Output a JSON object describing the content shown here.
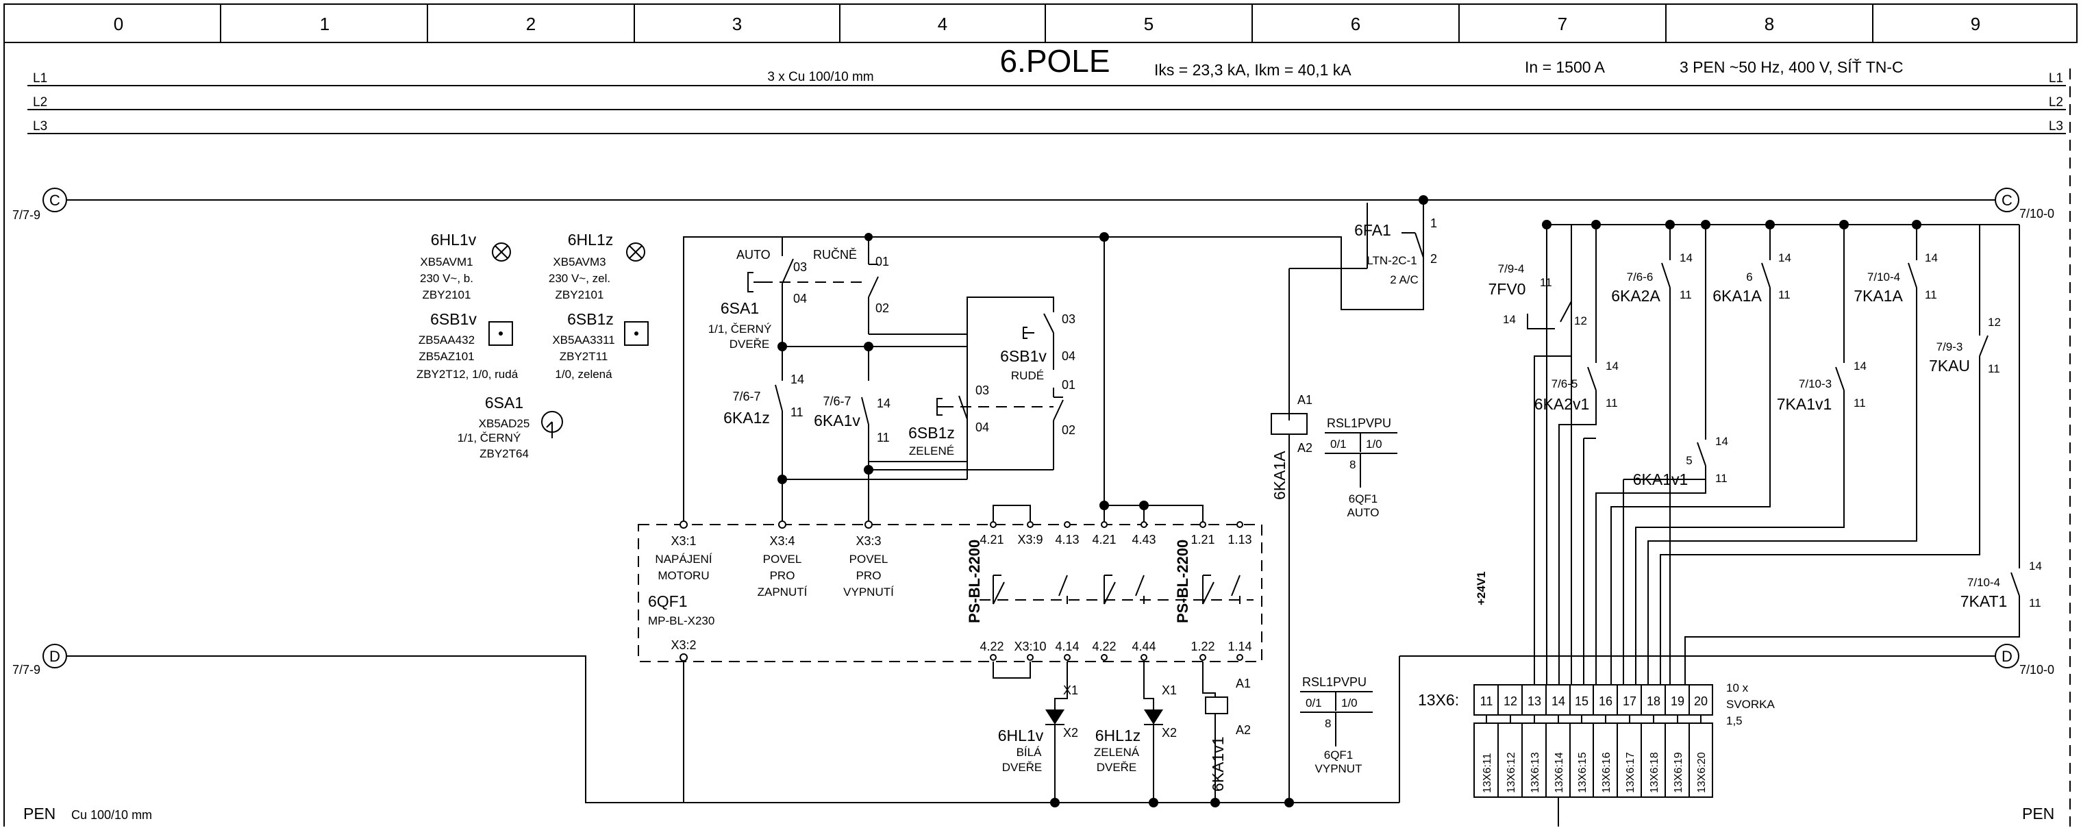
{
  "columns": [
    "0",
    "1",
    "2",
    "3",
    "4",
    "5",
    "6",
    "7",
    "8",
    "9"
  ],
  "header": {
    "title": "6.POLE",
    "busbar": "3 x Cu 100/10 mm",
    "short_circuit": "Iks = 23,3 kA, Ikm = 40,1 kA",
    "rated_current": "In = 1500 A",
    "network": "3 PEN ~50 Hz, 400 V, SÍŤ TN-C"
  },
  "rails": {
    "l1": "L1",
    "l2": "L2",
    "l3": "L3",
    "pen": "PEN",
    "pen_spec": "Cu 100/10 mm"
  },
  "refs": {
    "c_letter": "C",
    "d_letter": "D",
    "c_left": "7/7-9",
    "c_right": "7/10-0",
    "d_left": "7/7-9",
    "d_right": "7/10-0"
  },
  "legend": {
    "hl1v": {
      "tag": "6HL1v",
      "l1": "XB5AVM1",
      "l2": "230 V~, b.",
      "l3": "ZBY2101"
    },
    "hl1z": {
      "tag": "6HL1z",
      "l1": "XB5AVM3",
      "l2": "230 V~, zel.",
      "l3": "ZBY2101"
    },
    "sb1v": {
      "tag": "6SB1v",
      "l1": "ZB5AA432",
      "l2": "ZB5AZ101",
      "l3": "ZBY2T12, 1/0, rudá"
    },
    "sb1z": {
      "tag": "6SB1z",
      "l1": "XB5AA3311",
      "l2": "ZBY2T11",
      "l3": "1/0, zelená"
    },
    "sa1": {
      "tag": "6SA1",
      "l1": "XB5AD25",
      "l2": "1/1, ČERNÝ",
      "l3": "ZBY2T64"
    }
  },
  "circuit": {
    "sa1": {
      "tag": "6SA1",
      "desc1": "1/1, ČERNÝ",
      "desc2": "DVEŘE",
      "auto": "AUTO",
      "rucne": "RUČNĚ",
      "n03": "03",
      "n04": "04",
      "n01": "01",
      "n02": "02"
    },
    "sb1v": {
      "tag": "6SB1v",
      "desc": "RUDÉ",
      "n03": "03",
      "n04": "04",
      "n01": "01",
      "n02": "02"
    },
    "sb1z": {
      "tag": "6SB1z",
      "desc": "ZELENÉ",
      "n03": "03",
      "n04": "04"
    },
    "ka1z": {
      "ref": "7/6-7",
      "tag": "6KA1z",
      "n14": "14",
      "n11": "11"
    },
    "ka1v": {
      "ref": "7/6-7",
      "tag": "6KA1v",
      "n14": "14",
      "n11": "11"
    },
    "qf1": {
      "tag": "6QF1",
      "type": "MP-BL-X230",
      "t1": "X3:1",
      "t1_d1": "NAPÁJENÍ",
      "t1_d2": "MOTORU",
      "t2": "X3:4",
      "t2_d1": "POVEL",
      "t2_d2": "PRO",
      "t2_d3": "ZAPNUTÍ",
      "t3": "X3:3",
      "t3_d1": "POVEL",
      "t3_d2": "PRO",
      "t3_d3": "VYPNUTÍ",
      "x32": "X3:2",
      "top": [
        "4.21",
        "X3:9",
        "4.13",
        "4.21",
        "4.43",
        "1.21",
        "1.13"
      ],
      "bot": [
        "4.22",
        "X3:10",
        "4.14",
        "4.22",
        "4.44",
        "1.22",
        "1.14"
      ],
      "psbl_a": "PS-BL-2200",
      "psbl_b": "PS-BL-2200"
    },
    "hl1v": {
      "tag": "6HL1v",
      "d1": "BÍLÁ",
      "d2": "DVEŘE",
      "x1": "X1",
      "x2": "X2"
    },
    "hl1z": {
      "tag": "6HL1z",
      "d1": "ZELENÁ",
      "d2": "DVEŘE",
      "x1": "X1",
      "x2": "X2"
    },
    "ka1v1": {
      "tag": "6KA1v1",
      "a1": "A1",
      "a2": "A2"
    },
    "ka1a": {
      "tag": "6KA1A",
      "a1": "A1",
      "a2": "A2"
    },
    "fa1": {
      "tag": "6FA1",
      "type": "LTN-2C-1",
      "rating": "2 A/C",
      "n1": "1",
      "n2": "2"
    },
    "rsl_top": {
      "name": "RSL1PVPU",
      "c1": "0/1",
      "c2": "1/0",
      "n": "8",
      "qf": "6QF1",
      "state": "AUTO"
    },
    "rsl_bot": {
      "name": "RSL1PVPU",
      "c1": "0/1",
      "c2": "1/0",
      "n": "8",
      "qf": "6QF1",
      "state": "VYPNUT"
    }
  },
  "right": {
    "fv0": {
      "ref": "7/9-4",
      "tag": "7FV0",
      "n11": "11",
      "n14": "14",
      "n12": "12"
    },
    "ka2a": {
      "ref": "7/6-6",
      "tag": "6KA2A",
      "n14": "14",
      "n11": "11"
    },
    "ka1a_c": {
      "ref": "6",
      "tag": "6KA1A",
      "n14": "14",
      "n11": "11"
    },
    "k7ka1a": {
      "ref": "7/10-4",
      "tag": "7KA1A",
      "n14": "14",
      "n11": "11"
    },
    "kau": {
      "ref": "7/9-3",
      "tag": "7KAU",
      "n12": "12",
      "n11": "11"
    },
    "ka2v1": {
      "ref": "7/6-5",
      "tag": "6KA2v1",
      "n14": "14",
      "n11": "11"
    },
    "k7ka1v1": {
      "ref": "7/10-3",
      "tag": "7KA1v1",
      "n14": "14",
      "n11": "11"
    },
    "ka1v1c": {
      "ref": "5",
      "tag": "6KA1v1",
      "n14": "14",
      "n11": "11"
    },
    "kat1": {
      "ref": "7/10-4",
      "tag": "7KAT1",
      "n14": "14",
      "n11": "11"
    },
    "supply": "+24V1",
    "terminal": {
      "name": "13X6:",
      "desc1": "10 x",
      "desc2": "SVORKA",
      "desc3": "1,5",
      "nums": [
        "11",
        "12",
        "13",
        "14",
        "15",
        "16",
        "17",
        "18",
        "19",
        "20"
      ],
      "labels": [
        "13X6:11",
        "13X6:12",
        "13X6:13",
        "13X6:14",
        "13X6:15",
        "13X6:16",
        "13X6:17",
        "13X6:18",
        "13X6:19",
        "13X6:20"
      ]
    }
  }
}
